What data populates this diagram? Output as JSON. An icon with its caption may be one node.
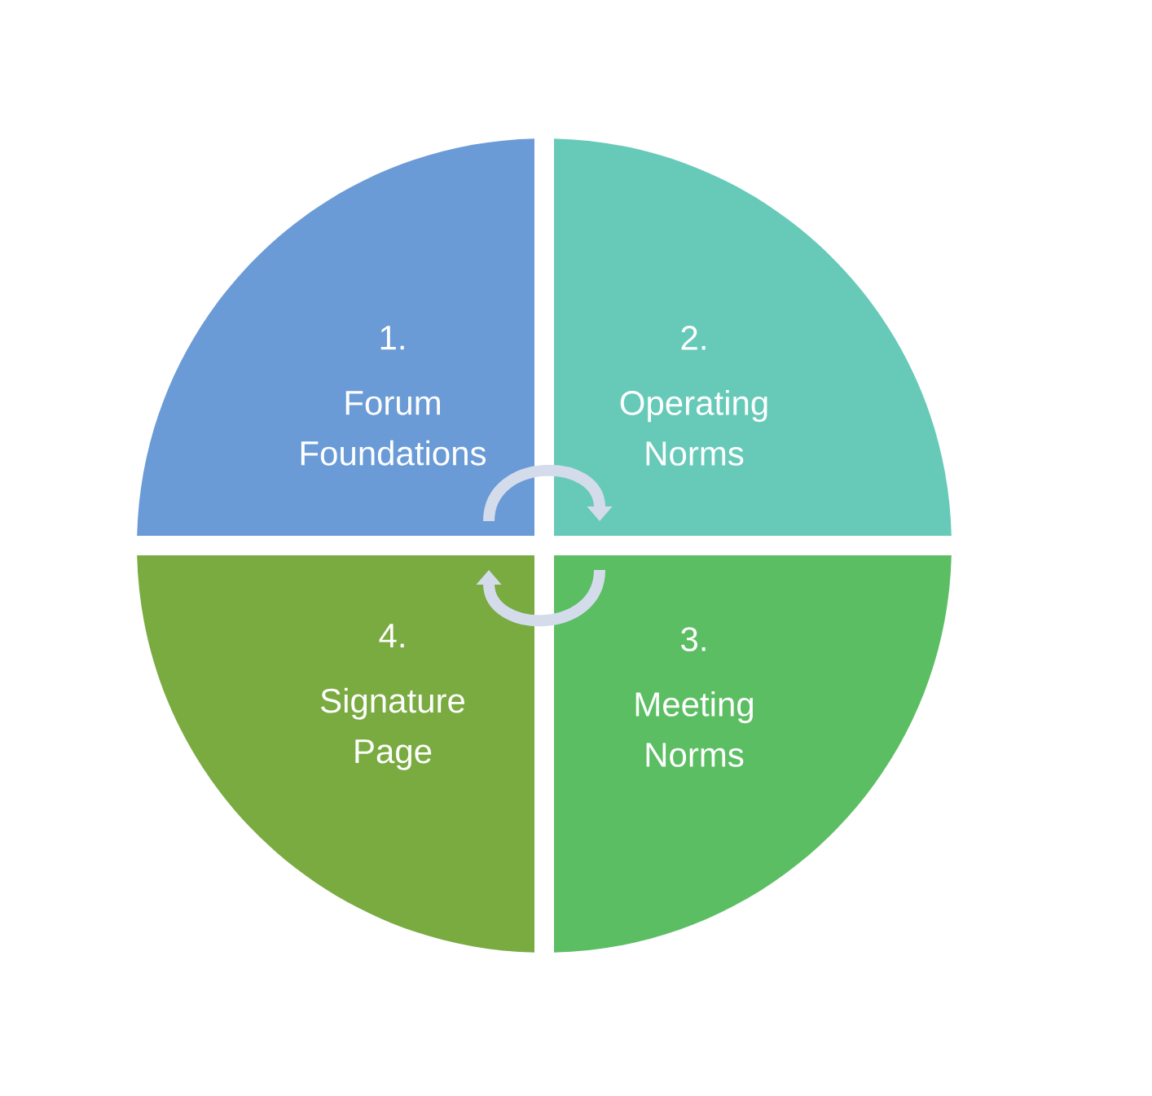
{
  "diagram": {
    "nodes": [
      {
        "text": [
          "1.",
          "Forum Foundations"
        ]
      },
      {
        "text": [
          "2.",
          "Operating Norms"
        ]
      },
      {
        "text": [
          "3.",
          "Meeting Norms"
        ]
      },
      {
        "text": [
          "4.",
          "Signature Page"
        ]
      }
    ],
    "edges": [
      {
        "from": 0,
        "to": 1,
        "arrow": "to"
      },
      {
        "from": 2,
        "to": 3,
        "arrow": "to"
      }
    ]
  }
}
